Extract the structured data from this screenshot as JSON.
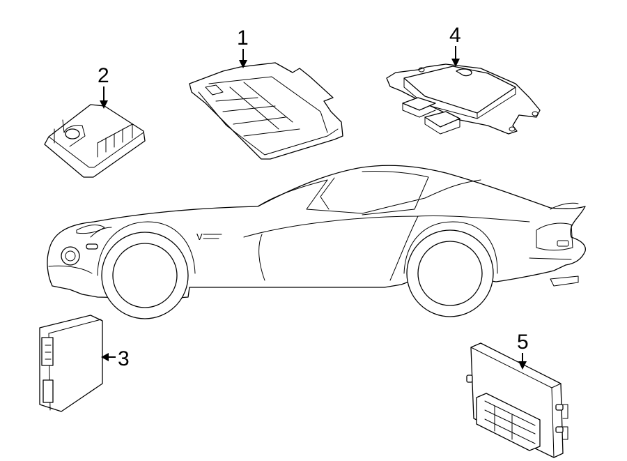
{
  "callouts": [
    {
      "id": "1",
      "label": "1"
    },
    {
      "id": "2",
      "label": "2"
    },
    {
      "id": "3",
      "label": "3"
    },
    {
      "id": "4",
      "label": "4"
    },
    {
      "id": "5",
      "label": "5"
    }
  ],
  "car_badge": "V",
  "colors": {
    "line": "#000000",
    "background": "#ffffff"
  }
}
